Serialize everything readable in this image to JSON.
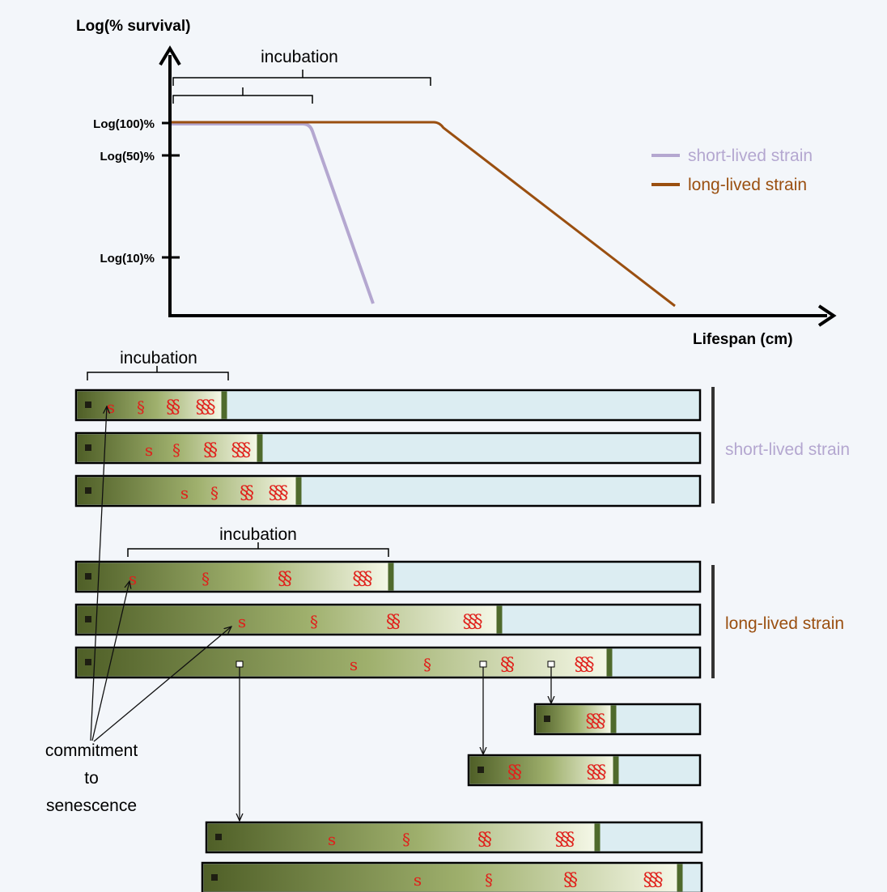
{
  "survival_chart": {
    "ylabel": "Log(% survival)",
    "xlabel": "Lifespan (cm)",
    "incubation_label": "incubation",
    "yticks": [
      "Log(100)%",
      "Log(50)%",
      "Log(10)%"
    ],
    "legend": [
      {
        "name": "short-lived strain",
        "color": "#b4a7d0"
      },
      {
        "name": "long-lived strain",
        "color": "#9a4f10"
      }
    ]
  },
  "short_strain": {
    "label": "short-lived strain",
    "incubation_label": "incubation",
    "tubes": [
      {
        "marks": [
          "s",
          "§",
          "§§",
          "§§§"
        ]
      },
      {
        "marks": [
          "s",
          "§",
          "§§",
          "§§§"
        ]
      },
      {
        "marks": [
          "s",
          "§",
          "§§",
          "§§§"
        ]
      }
    ]
  },
  "long_strain": {
    "label": "long-lived strain",
    "incubation_label": "incubation",
    "tubes": [
      {
        "marks": [
          "s",
          "§",
          "§§",
          "§§§"
        ]
      },
      {
        "marks": [
          "s",
          "§",
          "§§",
          "§§§"
        ]
      },
      {
        "marks": [
          "s",
          "§",
          "§§",
          "§§§"
        ]
      }
    ]
  },
  "subcultures": [
    {
      "marks": [
        "§§§"
      ]
    },
    {
      "marks": [
        "§§",
        "§§§"
      ]
    },
    {
      "marks": [
        "s",
        "§",
        "§§",
        "§§§"
      ]
    },
    {
      "marks": [
        "s",
        "§",
        "§§",
        "§§§"
      ]
    }
  ],
  "annotation": {
    "lines": [
      "commitment",
      "to",
      "senescence"
    ]
  },
  "colors": {
    "tube_dark": "#4f5f27",
    "tube_light": "#f4f7e6",
    "tube_empty": "#dcedf2",
    "mark": "#e0201b",
    "end_bar": "#4f6a2c"
  }
}
